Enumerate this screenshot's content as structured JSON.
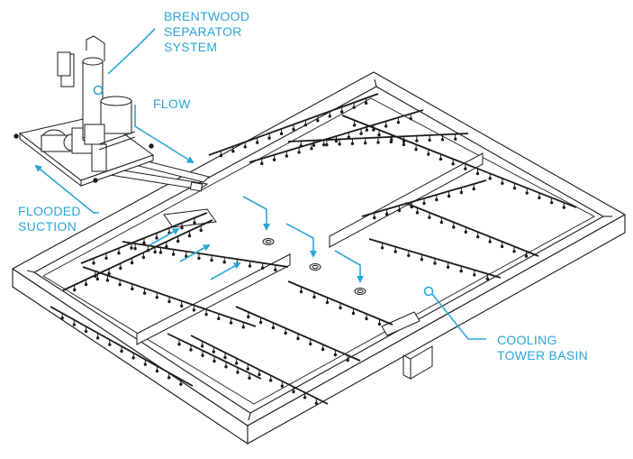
{
  "labels": {
    "separator": [
      "BRENTWOOD",
      "SEPARATOR",
      "SYSTEM"
    ],
    "flow": [
      "FLOW"
    ],
    "suction": [
      "FLOODED",
      "SUCTION"
    ],
    "basin": [
      "COOLING",
      "TOWER BASIN"
    ]
  },
  "colors": {
    "accent": "#2aa6d8",
    "line": "#1a1a1a",
    "fill": "#ffffff"
  }
}
